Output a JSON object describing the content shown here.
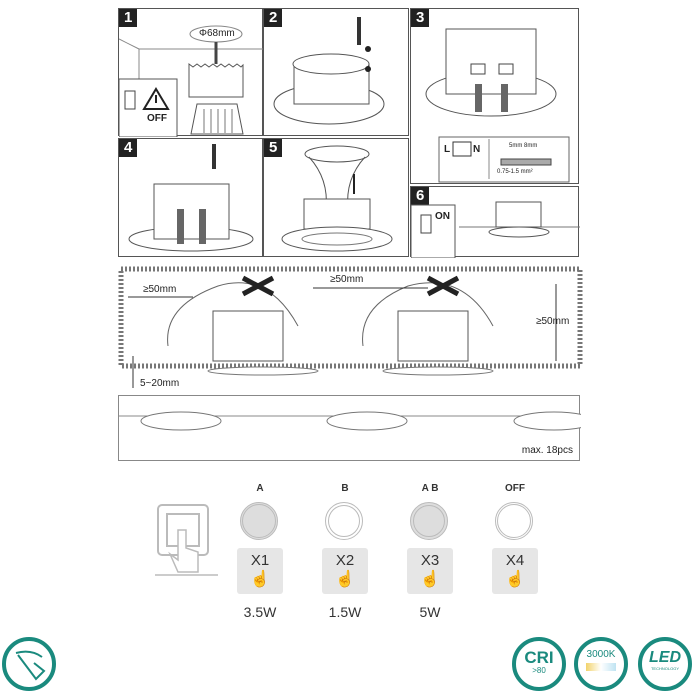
{
  "steps": [
    {
      "number": "1",
      "hole_diameter": "Φ68mm",
      "switch_state": "OFF"
    },
    {
      "number": "2"
    },
    {
      "number": "3",
      "terminal_L": "L",
      "terminal_N": "N",
      "strip_lengths": "5mm 8mm",
      "wire_cross_section": "0.75-1.5 mm²"
    },
    {
      "number": "4"
    },
    {
      "number": "5"
    },
    {
      "number": "6",
      "switch_state": "ON"
    }
  ],
  "installation": {
    "side_clearance": "≥50mm",
    "between_clearance": "≥50mm",
    "height_clearance": "≥50mm",
    "ceiling_thickness": "5~20mm",
    "max_pieces": "max. 18pcs"
  },
  "switch_modes": [
    {
      "mode": "A",
      "press": "X1",
      "power": "3.5W"
    },
    {
      "mode": "B",
      "press": "X2",
      "power": "1.5W"
    },
    {
      "mode": "A B",
      "press": "X3",
      "power": "5W"
    },
    {
      "mode": "OFF",
      "press": "X4",
      "power": ""
    }
  ],
  "badges": {
    "cri": "CRI",
    "cri_value": ">80",
    "color_temp": "3000K",
    "led": "LED",
    "led_sub": "TECHNOLOGY"
  },
  "colors": {
    "badge": "#1a8a7e",
    "button_bg": "#e6e6e6"
  }
}
